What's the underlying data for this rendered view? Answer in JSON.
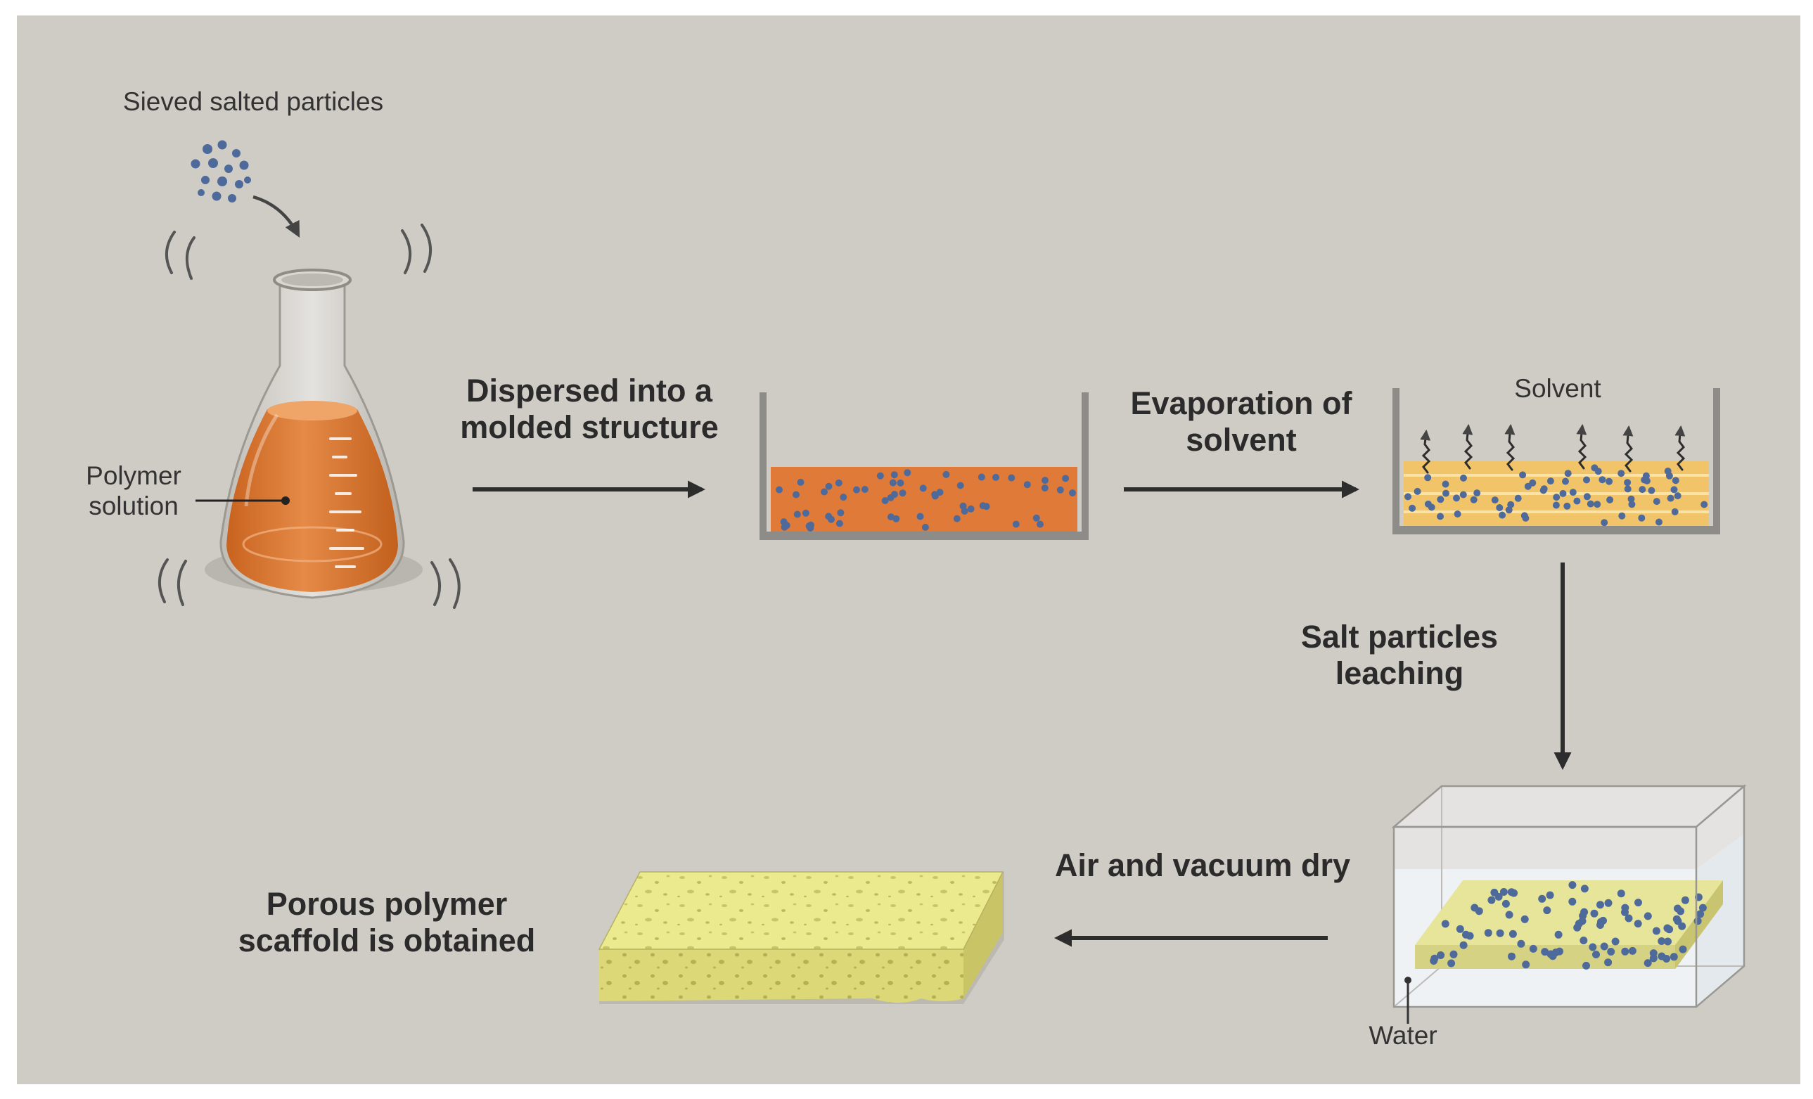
{
  "labels": {
    "sieved_particles": "Sieved salted particles",
    "polymer_solution_1": "Polymer",
    "polymer_solution_2": "solution",
    "step_dispersed_1": "Dispersed into a",
    "step_dispersed_2": "molded structure",
    "step_evaporation_1": "Evaporation of",
    "step_evaporation_2": "solvent",
    "solvent": "Solvent",
    "step_leaching_1": "Salt particles",
    "step_leaching_2": "leaching",
    "water": "Water",
    "step_dry": "Air and vacuum dry",
    "result_1": "Porous polymer",
    "result_2": "scaffold is obtained"
  },
  "colors": {
    "panel": "#cfccc6",
    "polymer_orange": "#e07a38",
    "dried_polymer": "#f1c46a",
    "salt_particle": "#4e6a9b",
    "scaffold_yellow": "#ecea8e",
    "arrow": "#2d2d2d"
  }
}
